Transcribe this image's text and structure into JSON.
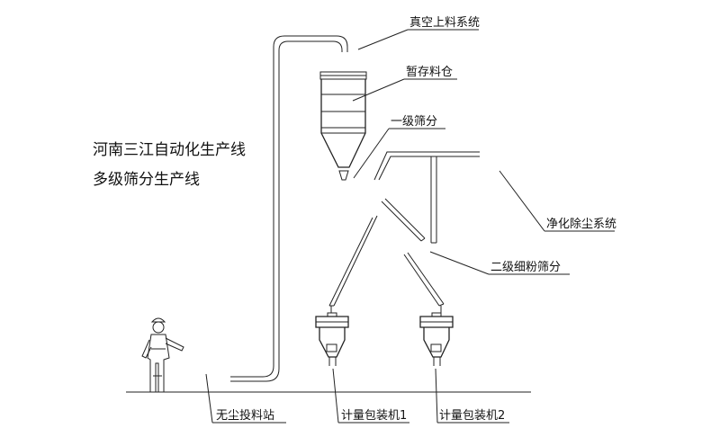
{
  "title": {
    "line1": "河南三江自动化生产线",
    "line2": "多级筛分生产线"
  },
  "labels": {
    "vacuum": "真空上料系统",
    "hopper": "暂存料仓",
    "screen1": "一级筛分",
    "dust": "净化除尘系统",
    "screen2": "二级细粉筛分",
    "station": "无尘投料站",
    "pack1": "计量包装机1",
    "pack2": "计量包装机2"
  },
  "colors": {
    "line": "#222222",
    "text": "#111111"
  }
}
